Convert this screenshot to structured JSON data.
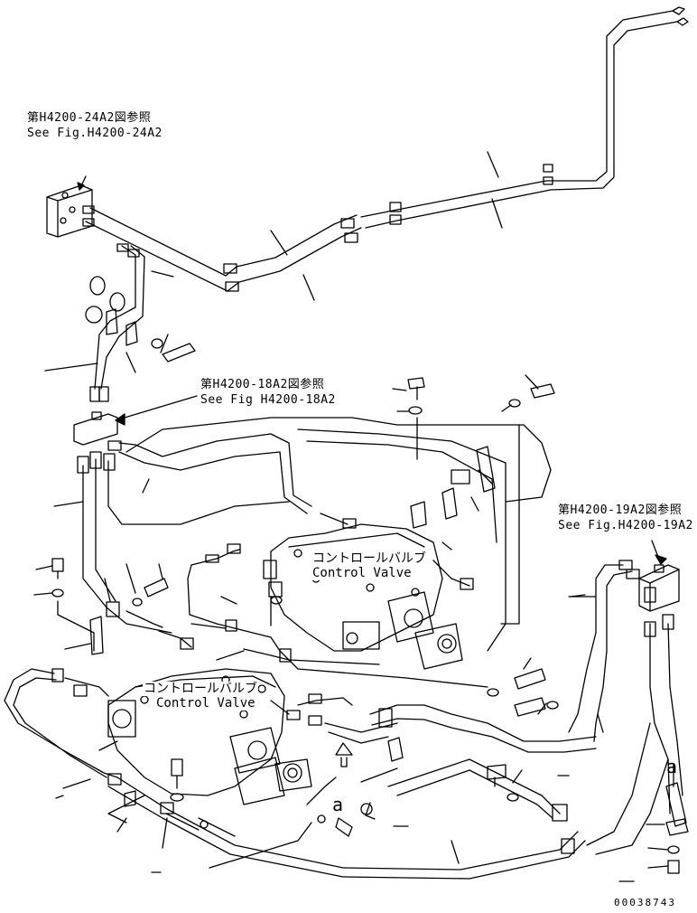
{
  "references": {
    "top": {
      "ja": "第H4200-24A2図参照",
      "en": "See Fig.H4200-24A2"
    },
    "middle": {
      "ja": "第H4200-18A2図参照",
      "en": "See Fig H4200-18A2"
    },
    "right": {
      "ja": "第H4200-19A2図参照",
      "en": "See Fig.H4200-19A2"
    }
  },
  "valves": {
    "upper": {
      "ja": "コントロールバルブ",
      "en": "Control Valve"
    },
    "lower": {
      "ja": "コントロールバルブ",
      "en": "Control Valve"
    }
  },
  "markers": {
    "a1": "a",
    "a2": "a"
  },
  "document_number": "00038743",
  "colors": {
    "line": "#000000",
    "background": "#ffffff"
  }
}
